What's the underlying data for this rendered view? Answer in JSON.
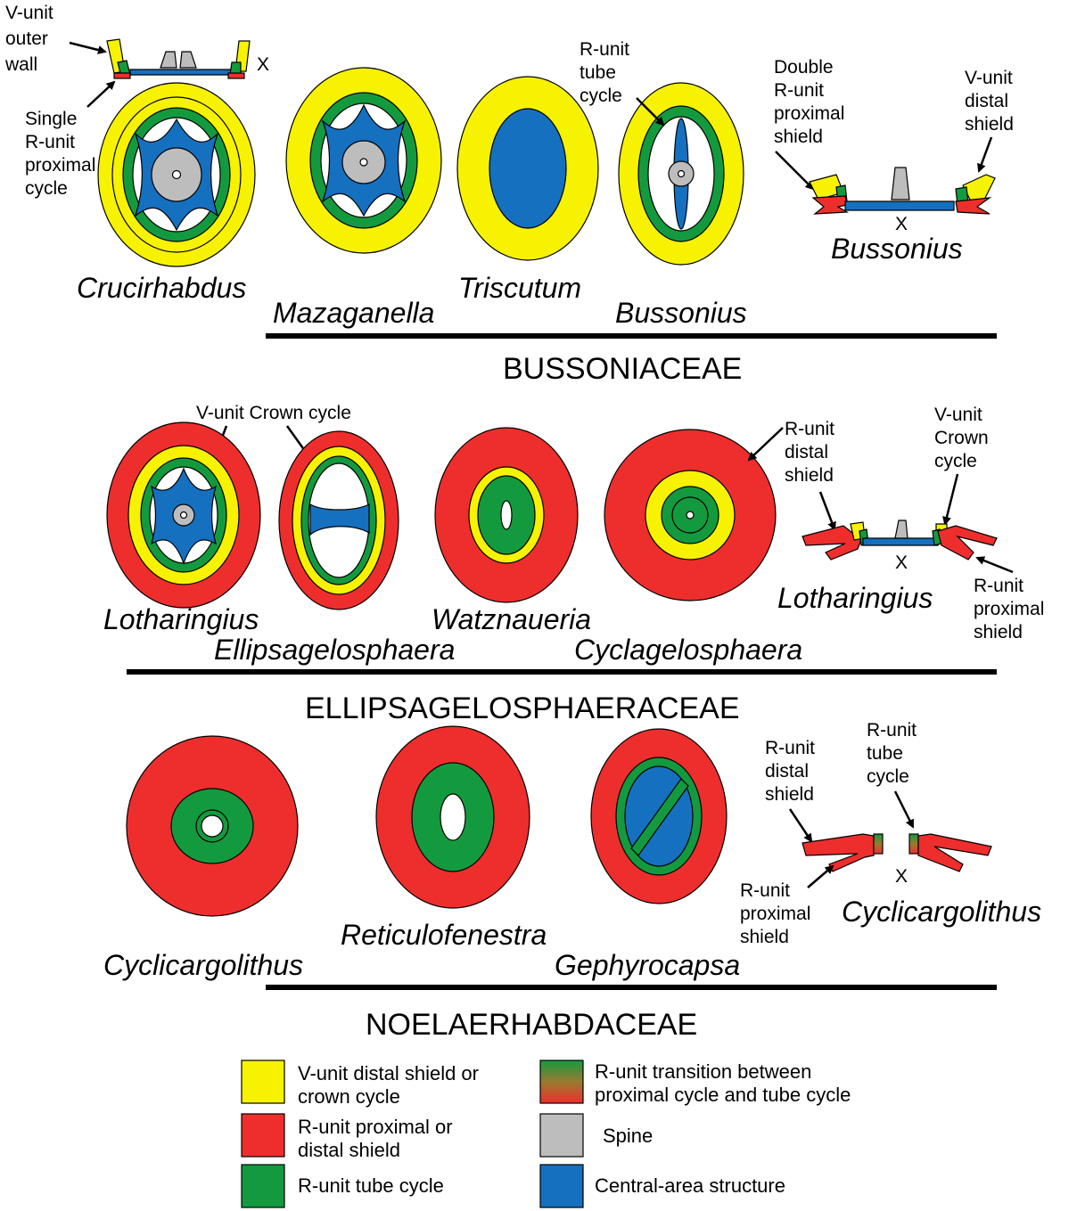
{
  "colors": {
    "yellow": "#f7f200",
    "red": "#ee2e2c",
    "green": "#149a3e",
    "blue": "#1570c0",
    "gray": "#bdbdbd",
    "outline": "#000000"
  },
  "row1": {
    "labels": {
      "vunit_outer_wall": [
        "V-unit",
        "outer",
        "wall"
      ],
      "single_runit_proximal": [
        "Single",
        "R-unit",
        "proximal",
        "cycle"
      ],
      "runit_tube_cycle": [
        "R-unit",
        "tube",
        "cycle"
      ],
      "double_runit_proximal": [
        "Double",
        "R-unit",
        "proximal",
        "shield"
      ],
      "vunit_distal_shield": [
        "V-unit",
        "distal",
        "shield"
      ],
      "x_mark_left": "X",
      "x_mark_right": "X"
    },
    "genera": {
      "crucirhabdus": "Crucirhabdus",
      "mazaganella": "Mazaganella",
      "triscutum": "Triscutum",
      "bussonius": "Bussonius",
      "bussonius_section": "Bussonius"
    },
    "family": "BUSSONIACEAE"
  },
  "row2": {
    "labels": {
      "vunit_crown_cycle": "V-unit Crown cycle",
      "runit_distal_shield": [
        "R-unit",
        "distal",
        "shield"
      ],
      "vunit_crown_cycle_right": [
        "V-unit",
        "Crown",
        "cycle"
      ],
      "runit_proximal_shield": [
        "R-unit",
        "proximal",
        "shield"
      ],
      "x_mark": "X"
    },
    "genera": {
      "lotharingius": "Lotharingius",
      "ellipsagelosphaera": "Ellipsagelosphaera",
      "watznaueria": "Watznaueria",
      "cyclagelosphaera": "Cyclagelosphaera",
      "lotharingius_section": "Lotharingius"
    },
    "family": "ELLIPSAGELOSPHAERACEAE"
  },
  "row3": {
    "labels": {
      "runit_distal_shield": [
        "R-unit",
        "distal",
        "shield"
      ],
      "runit_tube_cycle": [
        "R-unit",
        "tube",
        "cycle"
      ],
      "runit_proximal_shield": [
        "R-unit",
        "proximal",
        "shield"
      ],
      "x_mark": "X"
    },
    "genera": {
      "cyclicargolithus": "Cyclicargolithus",
      "reticulofenestra": "Reticulofenestra",
      "gephyrocapsa": "Gephyrocapsa",
      "cyclicargolithus_section": "Cyclicargolithus"
    },
    "family": "NOELAERHABDACEAE"
  },
  "legend": {
    "vunit_distal": [
      "V-unit distal shield or",
      "crown cycle"
    ],
    "runit_proximal": [
      "R-unit proximal or",
      "distal shield"
    ],
    "runit_tube": [
      "R-unit tube cycle"
    ],
    "runit_transition": [
      "R-unit transition between",
      "proximal cycle and tube cycle"
    ],
    "spine": [
      "Spine"
    ],
    "central_area": [
      "Central-area structure"
    ]
  }
}
